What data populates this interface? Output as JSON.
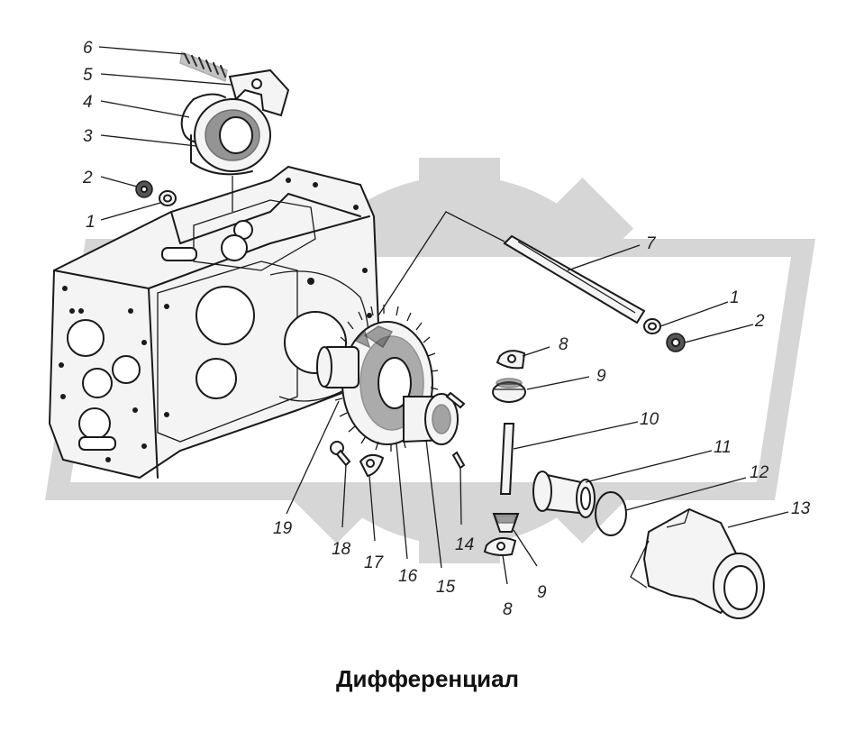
{
  "caption": "Дифференциал",
  "colors": {
    "ink": "#1a1a1a",
    "watermark": "#d6d6d6",
    "background": "#ffffff"
  },
  "callouts": [
    {
      "id": "c6",
      "text": "6"
    },
    {
      "id": "c5",
      "text": "5"
    },
    {
      "id": "c4",
      "text": "4"
    },
    {
      "id": "c3",
      "text": "3"
    },
    {
      "id": "c2a",
      "text": "2"
    },
    {
      "id": "c1a",
      "text": "1"
    },
    {
      "id": "c7",
      "text": "7"
    },
    {
      "id": "c1b",
      "text": "1"
    },
    {
      "id": "c2b",
      "text": "2"
    },
    {
      "id": "c8a",
      "text": "8"
    },
    {
      "id": "c9a",
      "text": "9"
    },
    {
      "id": "c10",
      "text": "10"
    },
    {
      "id": "c11",
      "text": "11"
    },
    {
      "id": "c12",
      "text": "12"
    },
    {
      "id": "c13",
      "text": "13"
    },
    {
      "id": "c19",
      "text": "19"
    },
    {
      "id": "c18",
      "text": "18"
    },
    {
      "id": "c17",
      "text": "17"
    },
    {
      "id": "c16",
      "text": "16"
    },
    {
      "id": "c15",
      "text": "15"
    },
    {
      "id": "c14",
      "text": "14"
    },
    {
      "id": "c8b",
      "text": "8"
    },
    {
      "id": "c9b",
      "text": "9"
    }
  ]
}
